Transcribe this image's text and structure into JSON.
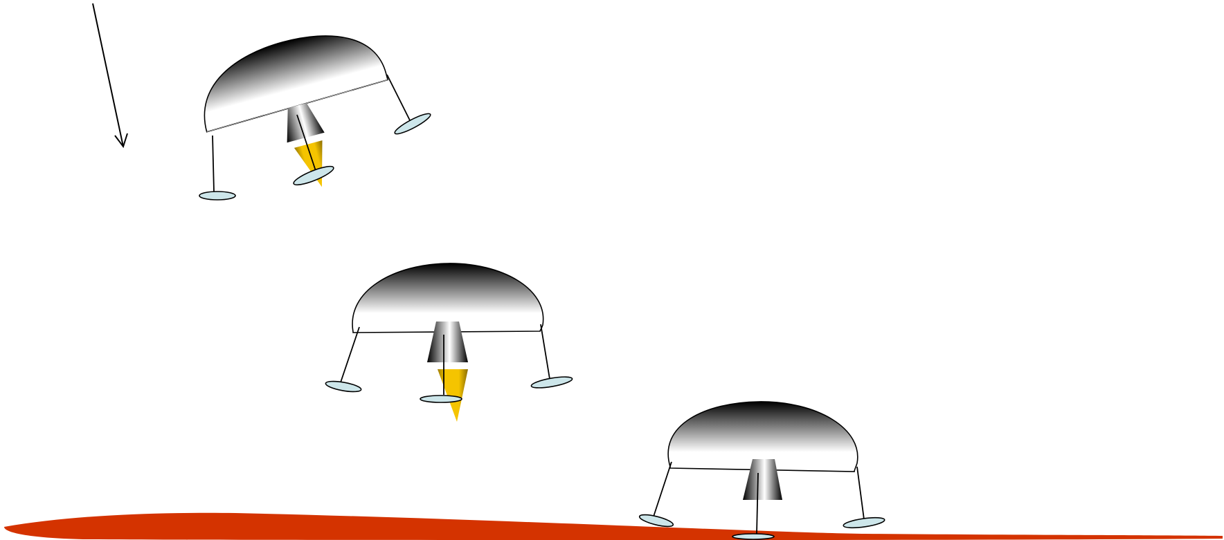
{
  "diagram": {
    "kind": "landing-sequence",
    "background_color": "#ffffff",
    "ground": {
      "name": "surface",
      "color": "#d43300"
    },
    "trajectory_arrow": {
      "name": "descent-direction-arrow",
      "color": "#000000"
    },
    "landers": [
      {
        "name": "lander-stage-1",
        "stage": "descent",
        "tilted": true,
        "thruster_firing": true
      },
      {
        "name": "lander-stage-2",
        "stage": "hover",
        "tilted": false,
        "thruster_firing": true
      },
      {
        "name": "lander-stage-3",
        "stage": "touchdown",
        "tilted": false,
        "thruster_firing": false
      }
    ],
    "colors": {
      "body_top": "#000000",
      "body_bottom": "#ffffff",
      "footpad_fill": "#cde6ea",
      "flame": "#f5c400",
      "flame_dark": "#9a7a00",
      "outline": "#000000"
    }
  }
}
